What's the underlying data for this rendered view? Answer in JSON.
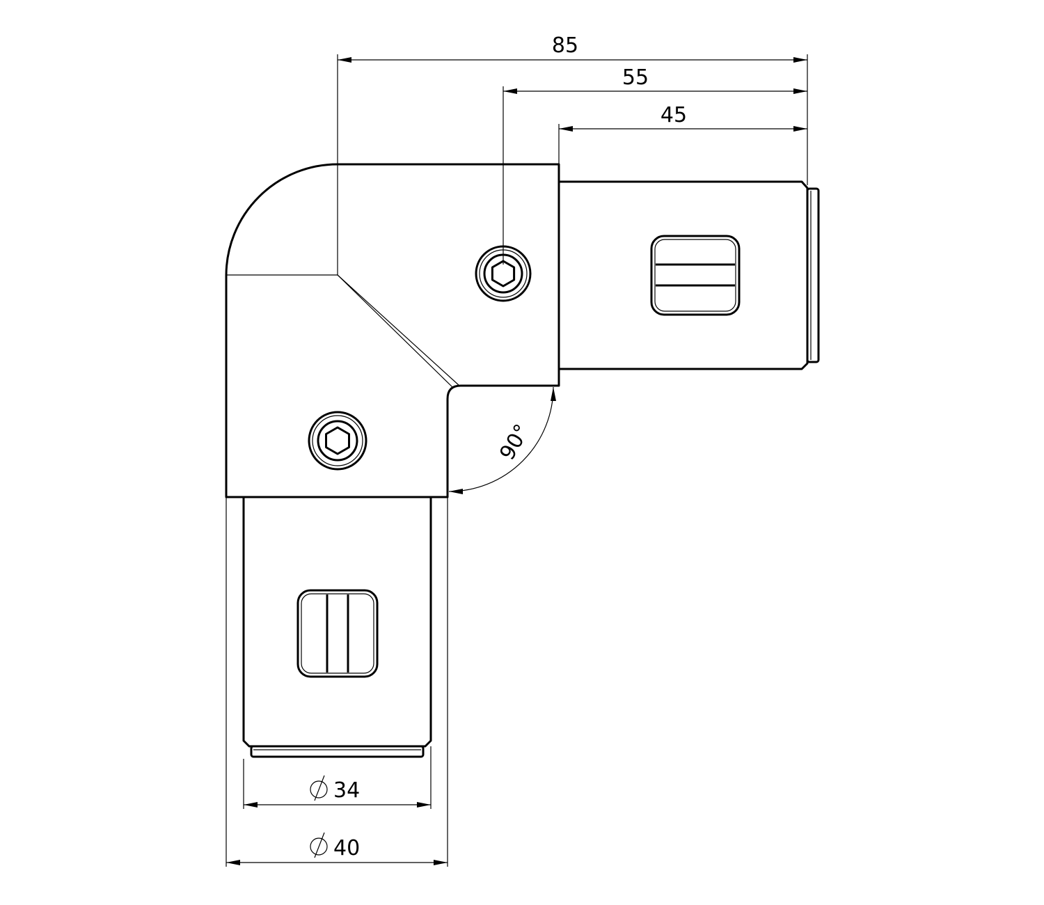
{
  "drawing": {
    "title": "90 degree elbow tube connector",
    "dimensions": {
      "overall_length": "85",
      "screw_to_end": "55",
      "tube_length": "45",
      "angle": "90°",
      "inner_diameter": "34",
      "outer_diameter": "40"
    },
    "diameter_symbol": "⌀",
    "line_color": "#000000",
    "background": "#ffffff"
  }
}
